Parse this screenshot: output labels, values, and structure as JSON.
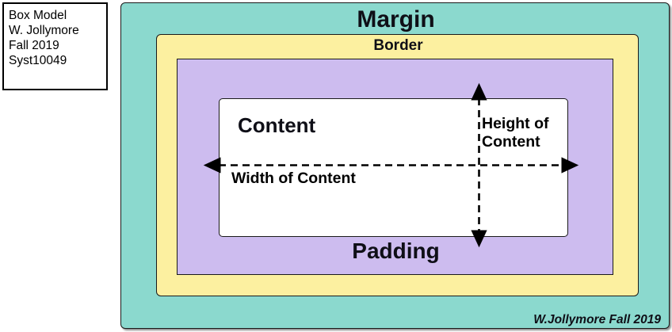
{
  "info_box": {
    "lines": [
      "Box Model",
      "W. Jollymore",
      "Fall 2019",
      "Syst10049"
    ]
  },
  "diagram": {
    "margin_label": "Margin",
    "border_label": "Border",
    "padding_label": "Padding",
    "content_label": "Content",
    "width_label": "Width of Content",
    "height_label_line1": "Height of",
    "height_label_line2": "Content"
  },
  "credit": "W.Jollymore Fall 2019",
  "colors": {
    "margin": "#8bd9ce",
    "border": "#fcf0a0",
    "padding": "#cdbcef",
    "content": "#ffffff",
    "outline": "#1a1a1a",
    "text": "#0f0f17"
  }
}
